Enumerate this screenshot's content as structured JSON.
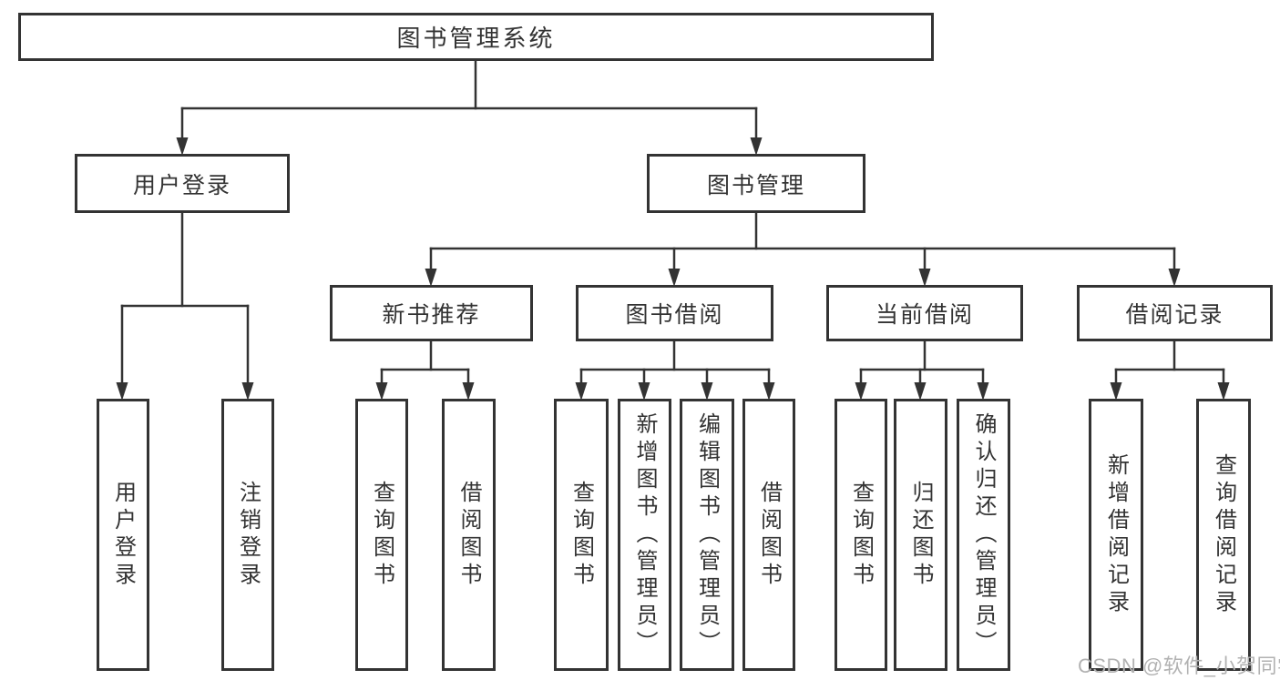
{
  "diagram": {
    "root_label": "图书管理系统",
    "user_login": {
      "label": "用户登录",
      "children": {
        "login": "用户登录",
        "logout": "注销登录"
      }
    },
    "book_management": {
      "label": "图书管理",
      "new_book_recommend": {
        "label": "新书推荐",
        "children": {
          "query_books": "查询图书",
          "borrow_books": "借阅图书"
        }
      },
      "book_borrow": {
        "label": "图书借阅",
        "children": {
          "query_books": "查询图书",
          "add_books_admin": "新增图书（管理员）",
          "edit_books_admin": "编辑图书（管理员）",
          "borrow_books": "借阅图书"
        }
      },
      "current_borrow": {
        "label": "当前借阅",
        "children": {
          "query_books": "查询图书",
          "return_books": "归还图书",
          "confirm_return_admin": "确认归还（管理员）"
        }
      },
      "borrow_record": {
        "label": "借阅记录",
        "children": {
          "add_borrow_record": "新增借阅记录",
          "query_borrow_record": "查询借阅记录"
        }
      }
    }
  },
  "watermark": {
    "text": "CSDN @软件_小贺同学"
  },
  "colors": {
    "line": "#333333",
    "box_border": "#333333",
    "text": "#333333",
    "background": "#ffffff",
    "watermark": "#b2b2b2"
  }
}
